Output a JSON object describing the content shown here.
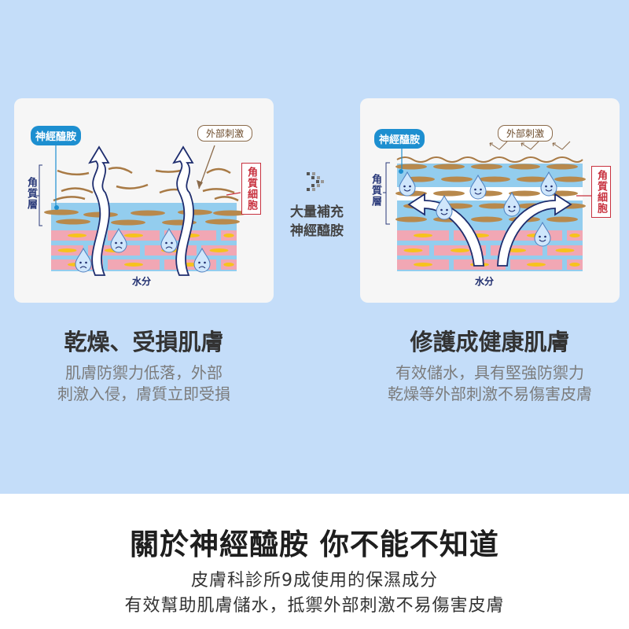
{
  "colors": {
    "background": "#c4ddf9",
    "accent": "#1d8fd0",
    "cell": "#c8323f",
    "brick": "#f1a7b4",
    "skin": "#b8894c"
  },
  "left": {
    "ceramide_label": "神經醯胺",
    "stimulus_label": "外部刺激",
    "layer_label": "角質層",
    "cell_label": "角質細胞",
    "water_label": "水分",
    "heading": "乾燥、受損肌膚",
    "desc": [
      "肌膚防禦力低落，外部",
      "刺激入侵，膚質立即受損"
    ]
  },
  "middle": {
    "icon": "chevron-right-icon",
    "lines": [
      "大量補充",
      "神經醯胺"
    ]
  },
  "right": {
    "ceramide_label": "神經醯胺",
    "stimulus_label": "外部刺激",
    "layer_label": "角質層",
    "cell_label": "角質細胞",
    "water_label": "水分",
    "heading": "修護成健康肌膚",
    "desc": [
      "有效儲水，具有堅強防禦力",
      "乾燥等外部刺激不易傷害皮膚"
    ]
  },
  "bottom": {
    "title": "關於神經醯胺 你不能不知道",
    "lines": [
      "皮膚科診所9成使用的保濕成分",
      "有效幫助肌膚儲水，抵禦外部刺激不易傷害皮膚"
    ]
  }
}
